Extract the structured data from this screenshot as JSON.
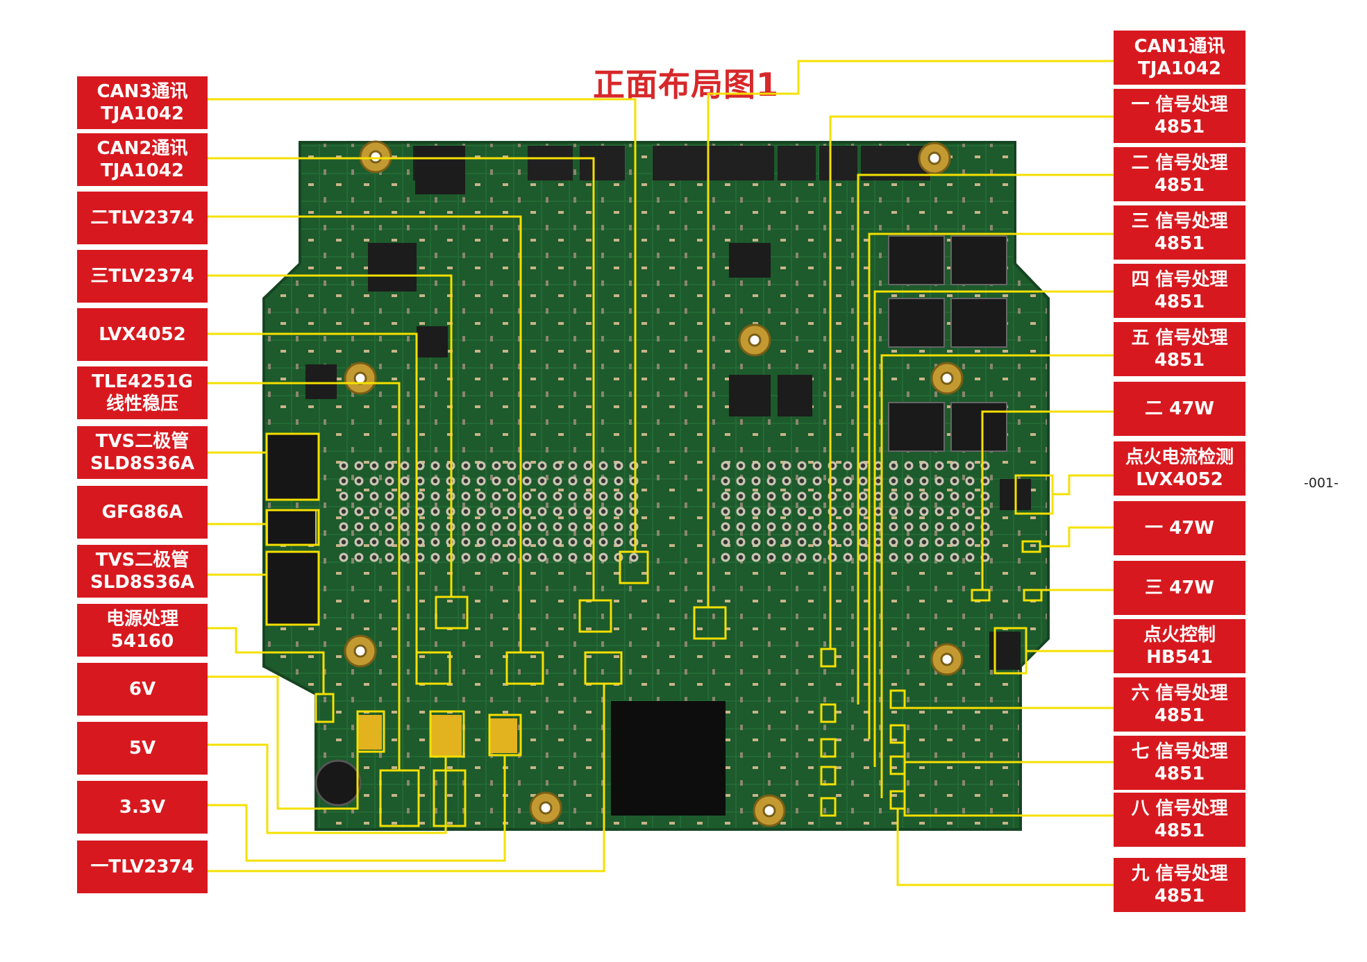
{
  "title": "正面布局图1",
  "page_number": "-001-",
  "colors": {
    "label_bg": "#d7191f",
    "leader": "#f5e000",
    "pcb": "#1f5c2e",
    "title": "#d7282a"
  },
  "left_labels": [
    {
      "line1": "CAN3通讯",
      "line2": "TJA1042"
    },
    {
      "line1": "CAN2通讯",
      "line2": "TJA1042"
    },
    {
      "line1": "二TLV2374",
      "line2": ""
    },
    {
      "line1": "三TLV2374",
      "line2": ""
    },
    {
      "line1": "LVX4052",
      "line2": ""
    },
    {
      "line1": "TLE4251G",
      "line2": "线性稳压"
    },
    {
      "line1": "TVS二极管",
      "line2": "SLD8S36A"
    },
    {
      "line1": "GFG86A",
      "line2": ""
    },
    {
      "line1": "TVS二极管",
      "line2": "SLD8S36A"
    },
    {
      "line1": "电源处理",
      "line2": "54160"
    },
    {
      "line1": "6V",
      "line2": ""
    },
    {
      "line1": "5V",
      "line2": ""
    },
    {
      "line1": "3.3V",
      "line2": ""
    },
    {
      "line1": "一TLV2374",
      "line2": ""
    }
  ],
  "right_labels": [
    {
      "line1": "CAN1通讯",
      "line2": "TJA1042"
    },
    {
      "line1": "一 信号处理",
      "line2": "4851"
    },
    {
      "line1": "二 信号处理",
      "line2": "4851"
    },
    {
      "line1": "三 信号处理",
      "line2": "4851"
    },
    {
      "line1": "四 信号处理",
      "line2": "4851"
    },
    {
      "line1": "五 信号处理",
      "line2": "4851"
    },
    {
      "line1": "二 47W",
      "line2": ""
    },
    {
      "line1": "点火电流检测",
      "line2": "LVX4052"
    },
    {
      "line1": "一 47W",
      "line2": ""
    },
    {
      "line1": "三 47W",
      "line2": ""
    },
    {
      "line1": "点火控制",
      "line2": "HB541"
    },
    {
      "line1": "六 信号处理",
      "line2": "4851"
    },
    {
      "line1": "七 信号处理",
      "line2": "4851"
    },
    {
      "line1": "八 信号处理",
      "line2": "4851"
    },
    {
      "line1": "九 信号处理",
      "line2": "4851"
    }
  ]
}
